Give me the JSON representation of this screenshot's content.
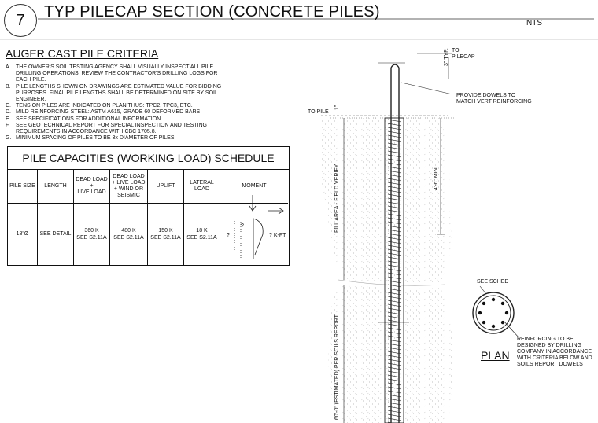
{
  "header": {
    "detail_number": "7",
    "title": "TYP PILECAP SECTION (CONCRETE PILES)",
    "scale": "NTS"
  },
  "criteria": {
    "title": "AUGER CAST PILE CRITERIA",
    "notes": [
      {
        "key": "A.",
        "text": "THE OWNER'S SOIL TESTING AGENCY SHALL VISUALLY INSPECT ALL PILE DRILLING OPERATIONS, REVIEW THE CONTRACTOR'S DRILLING LOGS FOR EACH PILE."
      },
      {
        "key": "B.",
        "text": "PILE LENGTHS SHOWN ON DRAWINGS ARE ESTIMATED VALUE FOR BIDDING PURPOSES. FINAL PILE LENGTHS SHALL BE DETERMINED ON SITE BY SOIL ENGINEER."
      },
      {
        "key": "C.",
        "text": "TENSION PILES ARE INDICATED ON PLAN THUS: TPC2, TPC3, ETC."
      },
      {
        "key": "D.",
        "text": "MILD REINFORCING STEEL: ASTM A615, GRADE 60 DEFORMED BARS"
      },
      {
        "key": "E.",
        "text": "SEE SPECIFICATIONS FOR ADDITIONAL INFORMATION."
      },
      {
        "key": "F.",
        "text": "SEE GEOTECHNICAL REPORT FOR SPECIAL INSPECTION AND TESTING REQUIREMENTS IN ACCORDANCE WITH CBC 1705.8."
      },
      {
        "key": "G.",
        "text": "MINIMUM SPACING OF PILES TO BE 3x DIAMETER OF PILES"
      }
    ]
  },
  "schedule": {
    "title": "PILE CAPACITIES (WORKING LOAD) SCHEDULE",
    "columns": [
      {
        "header": "PILE SIZE",
        "value": "18\"Ø"
      },
      {
        "header": "LENGTH",
        "value": "SEE DETAIL"
      },
      {
        "header": "DEAD LOAD\n+\nLIVE LOAD",
        "value": "360 K\nSEE S2.11A"
      },
      {
        "header": "DEAD LOAD\n+ LIVE LOAD\n+ WIND OR\nSEISMIC",
        "value": "480 K\nSEE S2.11A"
      },
      {
        "header": "UPLIFT",
        "value": "150 K\nSEE S2.11A"
      },
      {
        "header": "LATERAL\nLOAD",
        "value": "18 K\nSEE S2.11A"
      },
      {
        "header": "MOMENT",
        "value": ""
      }
    ],
    "moment_diagram": {
      "left_mark": "?",
      "mid_mark": "?",
      "moment_label": "? K-FT"
    }
  },
  "section": {
    "to_pilecap": "TO\nPILECAP",
    "typ_3": "3\" TYP.",
    "dowels_note": "PROVIDE DOWELS TO\nMATCH VERT REINFORCING",
    "to_pile": "TO PILE",
    "dim_1": "1\"",
    "dim_min": "4'-6\" MIN",
    "fill_area": "FILL AREA - FIELD VERIFY",
    "length_label": "60'-0\" (ESTIMATED) PER SOILS REPORT"
  },
  "plan": {
    "see_sched": "SEE SCHED",
    "title": "PLAN",
    "note": "REINFORCING TO BE\nDESIGNED BY DRILLING\nCOMPANY IN ACCORDANCE\nWITH CRITERIA BELOW AND\nSOILS REPORT DOWELS"
  }
}
